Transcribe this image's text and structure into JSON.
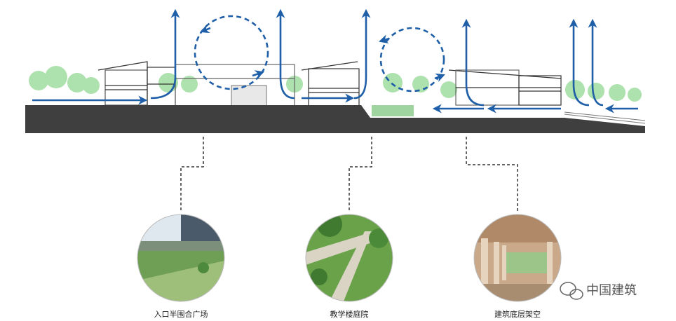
{
  "colors": {
    "wind": "#1f5fa8",
    "ground": "#3f3f3f",
    "tree": "#8fd18f",
    "building_line": "#333333",
    "dash": "#333333"
  },
  "captions": {
    "entrance_plaza": "入口半围合广场",
    "teaching_courtyard": "教学楼庭院",
    "ground_floor_stilts": "建筑底层架空"
  },
  "watermark": {
    "icon": "wechat-icon",
    "text": "中国建筑"
  }
}
